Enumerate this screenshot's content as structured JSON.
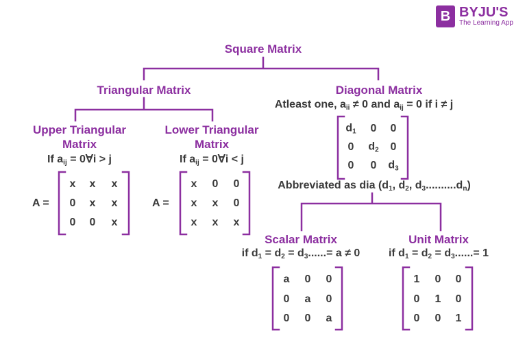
{
  "colors": {
    "accent": "#8c2fa0",
    "text": "#3a3a3a",
    "background": "#ffffff"
  },
  "logo": {
    "name": "BYJU'S",
    "tagline": "The Learning App",
    "icon": "byjus-logo-icon"
  },
  "root": {
    "title": "Square Matrix"
  },
  "triangular": {
    "title": "Triangular Matrix",
    "upper": {
      "title_line1": "Upper Triangular",
      "title_line2": "Matrix",
      "cond_main": "If a",
      "cond_sub": "ij",
      "cond_rest": " = 0∀i > j",
      "label": "A =",
      "rows": [
        [
          "x",
          "x",
          "x"
        ],
        [
          "0",
          "x",
          "x"
        ],
        [
          "0",
          "0",
          "x"
        ]
      ]
    },
    "lower": {
      "title_line1": "Lower Triangular",
      "title_line2": "Matrix",
      "cond_main": "If a",
      "cond_sub": "ij",
      "cond_rest": " = 0∀i < j",
      "label": "A =",
      "rows": [
        [
          "x",
          "0",
          "0"
        ],
        [
          "x",
          "x",
          "0"
        ],
        [
          "x",
          "x",
          "x"
        ]
      ]
    }
  },
  "diagonal": {
    "title": "Diagonal Matrix",
    "cond_a": "Atleast one, a",
    "cond_a_sub": "ii",
    "cond_b": " ≠ 0 and a",
    "cond_b_sub": "ij",
    "cond_c": " = 0 if i ≠ j",
    "rows": [
      [
        "d|1",
        "0",
        "0"
      ],
      [
        "0",
        "d|2",
        "0"
      ],
      [
        "0",
        "0",
        "d|3"
      ]
    ],
    "abbr_a": "Abbreviated as dia (d",
    "abbr_sub1": "1",
    "abbr_b": ", d",
    "abbr_sub2": "2",
    "abbr_c": ", d",
    "abbr_sub3": "3",
    "abbr_d": "..........d",
    "abbr_subn": "n",
    "abbr_e": ")",
    "scalar": {
      "title": "Scalar Matrix",
      "cond_a": "if d",
      "s1": "1",
      "cond_b": " = d",
      "s2": "2",
      "cond_c": " = d",
      "s3": "3",
      "cond_d": "......= a ≠ 0",
      "rows": [
        [
          "a",
          "0",
          "0"
        ],
        [
          "0",
          "a",
          "0"
        ],
        [
          "0",
          "0",
          "a"
        ]
      ]
    },
    "unit": {
      "title": "Unit Matrix",
      "cond_a": "if d",
      "s1": "1",
      "cond_b": " = d",
      "s2": "2",
      "cond_c": " = d",
      "s3": "3",
      "cond_d": "......= 1",
      "rows": [
        [
          "1",
          "0",
          "0"
        ],
        [
          "0",
          "1",
          "0"
        ],
        [
          "0",
          "0",
          "1"
        ]
      ]
    }
  }
}
